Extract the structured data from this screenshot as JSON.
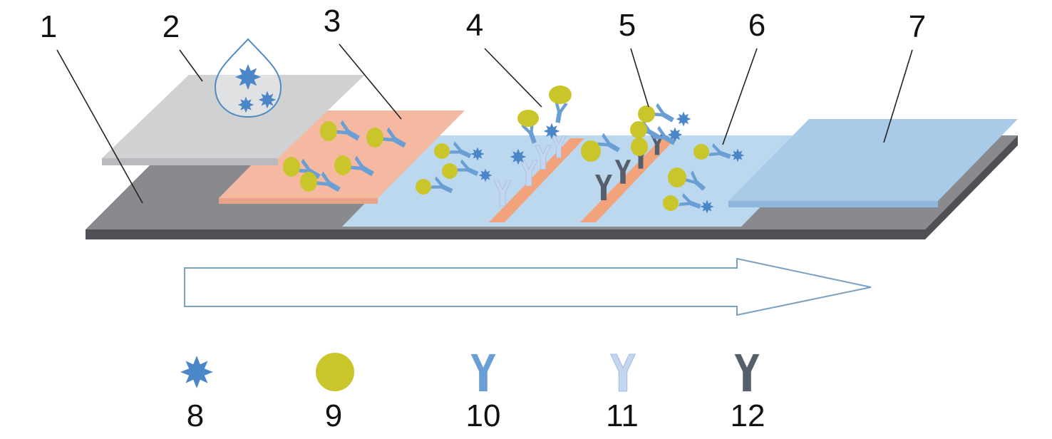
{
  "labels": {
    "l1": "1",
    "l2": "2",
    "l3": "3",
    "l4": "4",
    "l5": "5",
    "l6": "6",
    "l7": "7",
    "l8": "8",
    "l9": "9",
    "l10": "10",
    "l11": "11",
    "l12": "12"
  },
  "colors": {
    "backing": "#898a8e",
    "backing_edge": "#4f5055",
    "sample_pad": "#d0d1d3",
    "conjugate_pad": "#f4b9a0",
    "membrane": "#bcd8ee",
    "absorbent_pad": "#a9cbe8",
    "line_strip": "#f2a37c",
    "antigen": "#4a86c8",
    "gold": "#c9c52a",
    "antibody_conjugate": "#6a9fd5",
    "antibody_test": "#c3d5ef",
    "antibody_control": "#56606c",
    "arrow_stroke": "#7aa0c2"
  },
  "icons": {
    "i8": "antigen-icon",
    "i9": "gold-particle-icon",
    "i10": "conjugate-antibody-icon",
    "i11": "capture-antibody-icon",
    "i12": "control-antibody-icon"
  }
}
